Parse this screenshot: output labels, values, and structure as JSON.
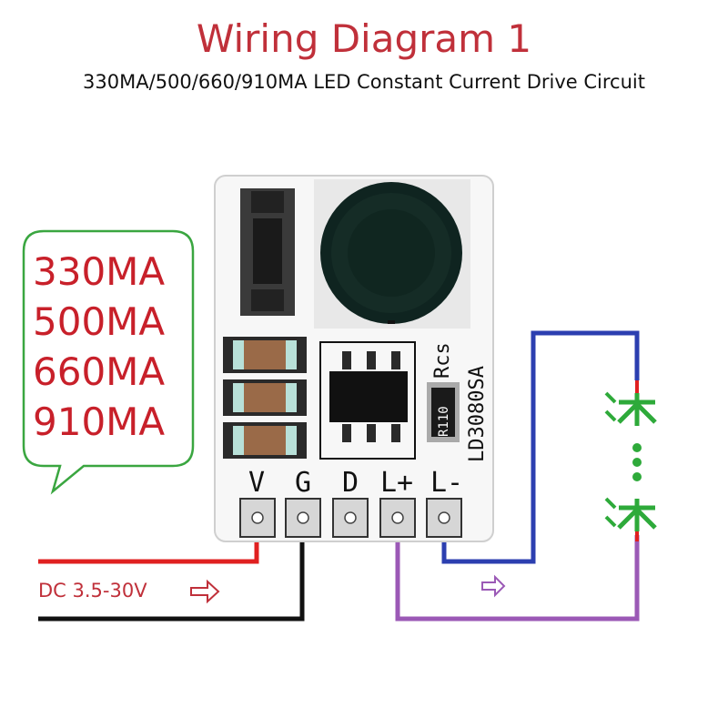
{
  "header": {
    "title": "Wiring Diagram 1",
    "subtitle": "330MA/500/660/910MA LED Constant Current Drive Circuit"
  },
  "current_options": [
    "330MA",
    "500MA",
    "660MA",
    "910MA"
  ],
  "board": {
    "pin_labels": [
      "V",
      "G",
      "D",
      "L+",
      "L-"
    ],
    "silkscreen_rcs": "Rcs",
    "silkscreen_model": "LD3080SA",
    "resistor_code": "R110"
  },
  "power": {
    "label": "DC 3.5-30V"
  },
  "colors": {
    "title": "#c0303a",
    "bubble_outline": "#3aa640",
    "bubble_text": "#c8202a",
    "wire_positive": "#e02020",
    "wire_ground": "#111111",
    "wire_led_plus": "#9b59b6",
    "wire_led_minus": "#2c3fb0",
    "led_symbol": "#2eaa3a"
  },
  "icons": {
    "arrow": "hollow-right-arrow",
    "led": "led-diode-icon"
  }
}
